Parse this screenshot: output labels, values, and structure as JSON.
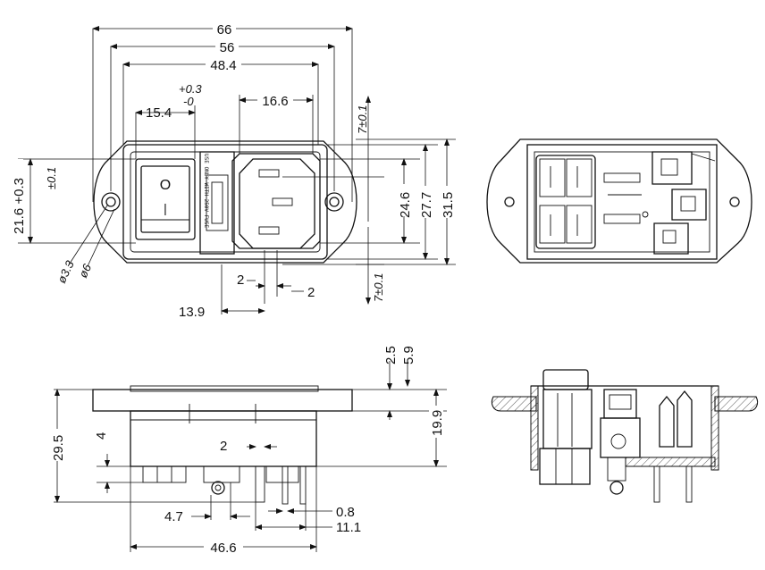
{
  "front_view": {
    "dims": {
      "overall_width": "66",
      "mount_width": "56",
      "body_width": "48.4",
      "tol_plus": "+0.3",
      "tol_minus": "-0",
      "switch_width": "15.4",
      "inlet_width": "16.6",
      "tol_7_top": "7±0.1",
      "tol_7_bottom": "7±0.1",
      "height_left": "21.6 +0.3",
      "height_left_tol": "±0.1",
      "inlet_height": "24.6",
      "body_height": "27.7",
      "overall_height": "31.5",
      "hole_diameter": "ø3.3",
      "boss_diameter": "ø6",
      "pin_gap_left": "2",
      "pin_gap_right": "2",
      "offset_13_9": "13.9"
    },
    "switch_symbols": {
      "off": "O",
      "on": "|"
    },
    "fuse_label": "USE ONLY WITH 250V FUSE"
  },
  "side_view": {
    "dims": {
      "flange_thickness": "2.5",
      "flange_offset": "5.9",
      "depth_right": "19.9",
      "depth_left": "29.5",
      "snap_height": "4",
      "pin_width": "2",
      "pin_spacing": "4.7",
      "pin_thickness": "0.8",
      "pin_offset": "11.1",
      "body_depth": "46.6"
    }
  }
}
